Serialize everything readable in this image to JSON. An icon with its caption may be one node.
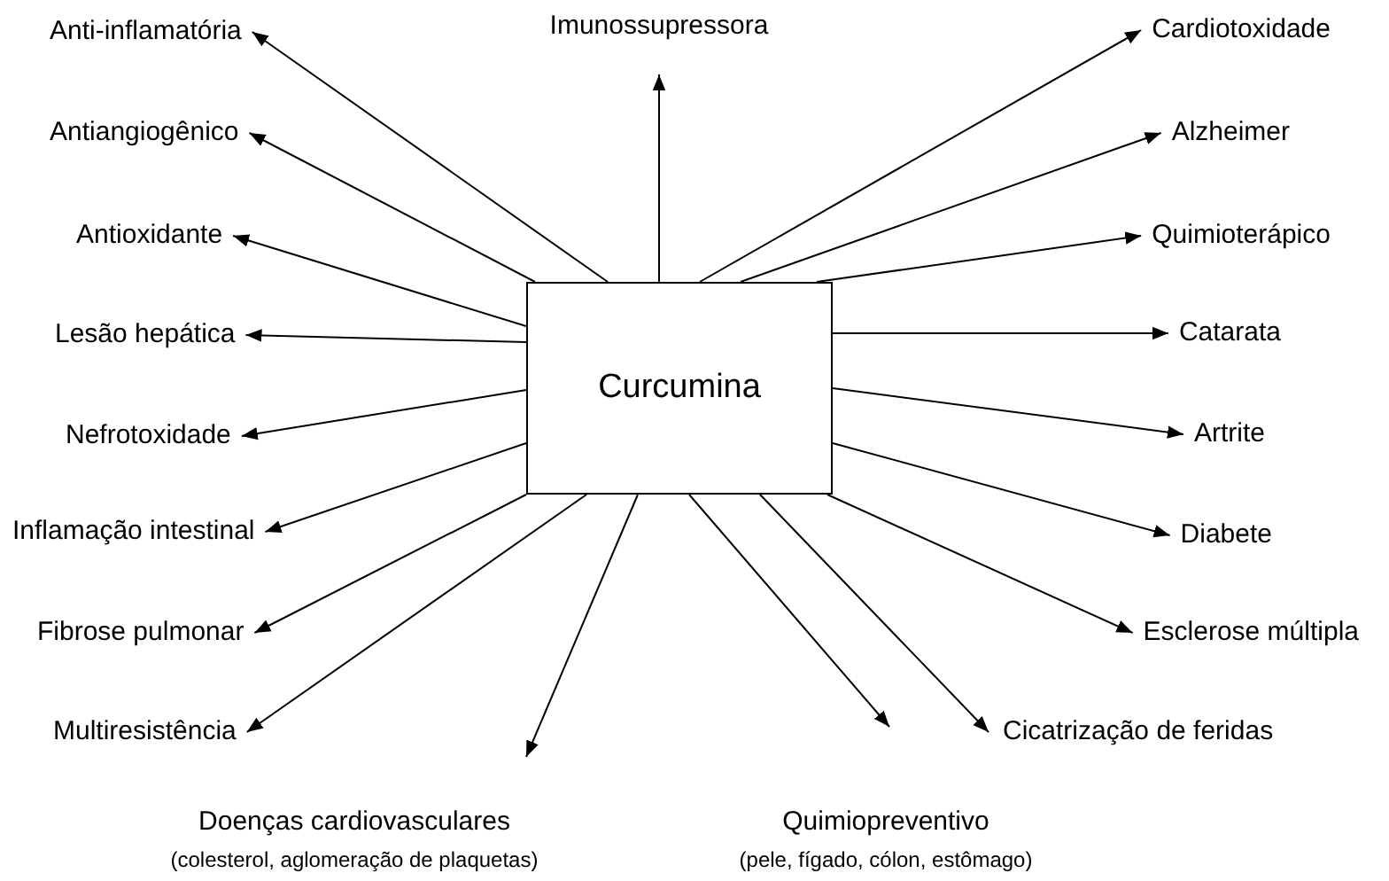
{
  "diagram": {
    "nodes": [
      {
        "text": [
          "Anti-inflamatória"
        ]
      },
      {
        "text": [
          "Imunossupressora"
        ]
      },
      {
        "text": [
          "Cardiotoxidade"
        ]
      },
      {
        "text": [
          "Antiangiogênico"
        ]
      },
      {
        "text": [
          "Alzheimer"
        ]
      },
      {
        "text": [
          "Antioxidante"
        ]
      },
      {
        "text": [
          "Quimioterápico"
        ]
      },
      {
        "text": [
          "Lesão hepática"
        ]
      },
      {
        "text": [
          "Curcumina"
        ]
      },
      {
        "text": [
          "Catarata"
        ]
      },
      {
        "text": [
          "Nefrotoxidade"
        ]
      },
      {
        "text": [
          "Artrite"
        ]
      },
      {
        "text": [
          "Inflamação intestinal"
        ]
      },
      {
        "text": [
          "Diabete"
        ]
      },
      {
        "text": [
          "Fibrose pulmonar"
        ]
      },
      {
        "text": [
          "Esclerose múltipla"
        ]
      },
      {
        "text": [
          "Multiresistência"
        ]
      },
      {
        "text": [
          "Cicatrização de feridas"
        ]
      },
      {
        "text": [
          "Doenças cardiovasculares",
          "(colesterol, aglomeração de plaquetas)"
        ]
      },
      {
        "text": [
          "Quimiopreventivo",
          "(pele, fígado, cólon, estômago)"
        ]
      }
    ],
    "edges": [
      {
        "from": 8,
        "to": 0,
        "arrow": "to"
      },
      {
        "from": 8,
        "to": 1,
        "arrow": "to"
      },
      {
        "from": 8,
        "to": 2,
        "arrow": "to"
      },
      {
        "from": 8,
        "to": 3,
        "arrow": "to"
      },
      {
        "from": 8,
        "to": 4,
        "arrow": "to"
      },
      {
        "from": 8,
        "to": 5,
        "arrow": "to"
      },
      {
        "from": 8,
        "to": 6,
        "arrow": "to"
      },
      {
        "from": 8,
        "to": 7,
        "arrow": "to"
      },
      {
        "from": 8,
        "to": 9,
        "arrow": "to"
      },
      {
        "from": 8,
        "to": 10,
        "arrow": "to"
      },
      {
        "from": 8,
        "to": 11,
        "arrow": "to"
      },
      {
        "from": 8,
        "to": 12,
        "arrow": "to"
      },
      {
        "from": 8,
        "to": 13,
        "arrow": "to"
      },
      {
        "from": 8,
        "to": 14,
        "arrow": "to"
      },
      {
        "from": 8,
        "to": 15,
        "arrow": "to"
      },
      {
        "from": 8,
        "to": 16,
        "arrow": "to"
      },
      {
        "from": 8,
        "to": 17,
        "arrow": "to"
      },
      {
        "from": 8,
        "to": 18,
        "arrow": "to"
      },
      {
        "from": 8,
        "to": 19,
        "arrow": "to"
      }
    ]
  }
}
